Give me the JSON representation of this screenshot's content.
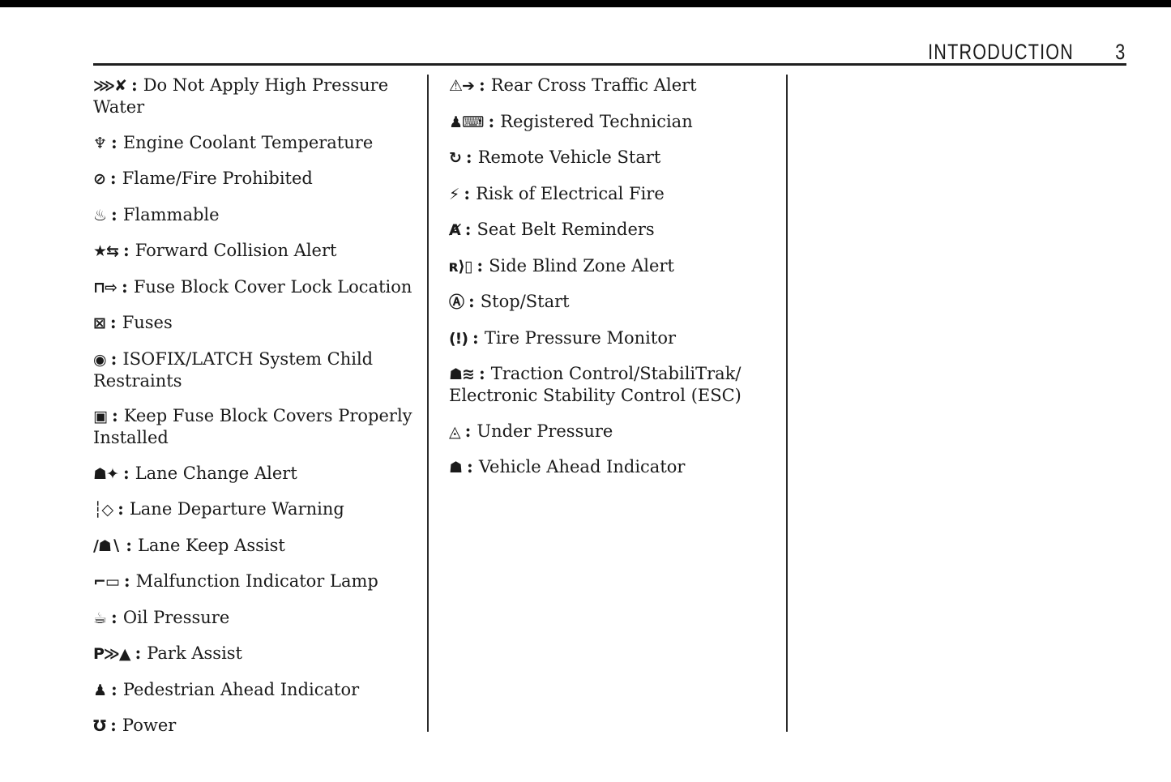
{
  "page": {
    "header": {
      "title": "INTRODUCTION",
      "page_number": "3"
    },
    "separator": ":",
    "colors": {
      "background": "#ffffff",
      "text": "#1a1a1a",
      "rule": "#1f1f1f",
      "top_bar": "#000000"
    },
    "columns": [
      {
        "name": "left",
        "entries": [
          {
            "icon": "do-not-apply-high-pressure-water",
            "glyph": "⋙✘",
            "label": "Do Not Apply High Pressure\nWater"
          },
          {
            "icon": "engine-coolant-temperature",
            "glyph": "♆",
            "label": "Engine Coolant Temperature"
          },
          {
            "icon": "flame-fire-prohibited",
            "glyph": "⊘",
            "label": "Flame/Fire Prohibited"
          },
          {
            "icon": "flammable",
            "glyph": "♨",
            "label": "Flammable"
          },
          {
            "icon": "forward-collision-alert",
            "glyph": "★⇆",
            "label": "Forward Collision Alert"
          },
          {
            "icon": "fuse-block-cover-lock-location",
            "glyph": "⊓⇨",
            "label": "Fuse Block Cover Lock Location"
          },
          {
            "icon": "fuses",
            "glyph": "⊠",
            "label": "Fuses"
          },
          {
            "icon": "isofix-latch-system-child-restraints",
            "glyph": "◉",
            "label": "ISOFIX/LATCH System Child\nRestraints"
          },
          {
            "icon": "keep-fuse-block-covers-properly-installed",
            "glyph": "▣",
            "label": "Keep Fuse Block Covers Properly\nInstalled"
          },
          {
            "icon": "lane-change-alert",
            "glyph": "☗✦",
            "label": "Lane Change Alert"
          },
          {
            "icon": "lane-departure-warning",
            "glyph": "┆◇",
            "label": "Lane Departure Warning"
          },
          {
            "icon": "lane-keep-assist",
            "glyph": "∕☗∖",
            "label": "Lane Keep Assist"
          },
          {
            "icon": "malfunction-indicator-lamp",
            "glyph": "⌐▭",
            "label": "Malfunction Indicator Lamp"
          },
          {
            "icon": "oil-pressure",
            "glyph": "☕",
            "label": "Oil Pressure"
          },
          {
            "icon": "park-assist",
            "glyph": "P≫▲",
            "label": "Park Assist"
          },
          {
            "icon": "pedestrian-ahead-indicator",
            "glyph": "♟",
            "label": "Pedestrian Ahead Indicator"
          },
          {
            "icon": "power",
            "glyph": "℧",
            "label": "Power"
          }
        ]
      },
      {
        "name": "middle",
        "entries": [
          {
            "icon": "rear-cross-traffic-alert",
            "glyph": "⚠➔",
            "label": "Rear Cross Traffic Alert"
          },
          {
            "icon": "registered-technician",
            "glyph": "♟⌨",
            "label": "Registered Technician"
          },
          {
            "icon": "remote-vehicle-start",
            "glyph": "↻",
            "label": "Remote Vehicle Start"
          },
          {
            "icon": "risk-of-electrical-fire",
            "glyph": "⚡",
            "label": "Risk of Electrical Fire"
          },
          {
            "icon": "seat-belt-reminders",
            "glyph": "Ⱥ",
            "label": "Seat Belt Reminders"
          },
          {
            "icon": "side-blind-zone-alert",
            "glyph": "ʀ⟩▯",
            "label": "Side Blind Zone Alert"
          },
          {
            "icon": "stop-start",
            "glyph": "Ⓐ",
            "label": "Stop/Start"
          },
          {
            "icon": "tire-pressure-monitor",
            "glyph": "(!)",
            "label": "Tire Pressure Monitor"
          },
          {
            "icon": "traction-control-stabilitrak-esc",
            "glyph": "☗≋",
            "label": "Traction Control/StabiliTrak/\nElectronic Stability Control (ESC)"
          },
          {
            "icon": "under-pressure",
            "glyph": "◬",
            "label": "Under Pressure"
          },
          {
            "icon": "vehicle-ahead-indicator",
            "glyph": "☗",
            "label": "Vehicle Ahead Indicator"
          }
        ]
      },
      {
        "name": "right",
        "entries": []
      }
    ]
  }
}
